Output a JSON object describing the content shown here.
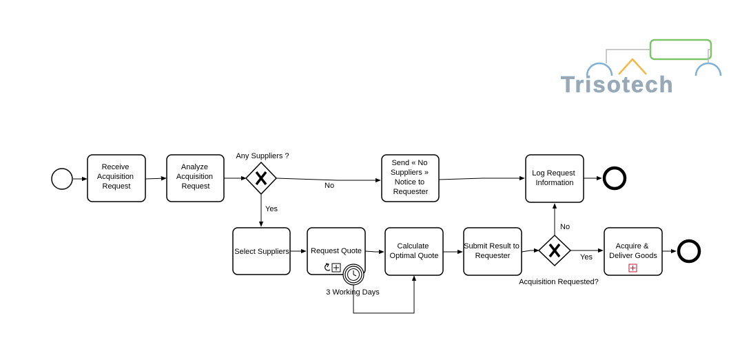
{
  "logo": {
    "text": "Trisotech"
  },
  "tasks": {
    "receive": [
      "Receive",
      "Acquisition",
      "Request"
    ],
    "analyze": [
      "Analyze",
      "Acquisition",
      "Request"
    ],
    "send_notice": [
      "Send « No",
      "Suppliers »",
      "Notice to",
      "Requester"
    ],
    "log_request": [
      "Log Request",
      "Information"
    ],
    "select_suppliers": [
      "Select Suppliers"
    ],
    "request_quote": [
      "Request Quote"
    ],
    "calculate": [
      "Calculate",
      "Optimal Quote"
    ],
    "submit_result": [
      "Submit Result to",
      "Requester"
    ],
    "acquire": [
      "Acquire &",
      "Deliver Goods"
    ]
  },
  "gateways": {
    "any_suppliers": {
      "label": "Any Suppliers ?"
    },
    "acquisition_requested": {
      "label": "Acquisition Requested?"
    }
  },
  "flow_labels": {
    "no_top": "No",
    "yes_down": "Yes",
    "no_up": "No",
    "yes_right": "Yes"
  },
  "timer": {
    "label": "3 Working Days"
  }
}
